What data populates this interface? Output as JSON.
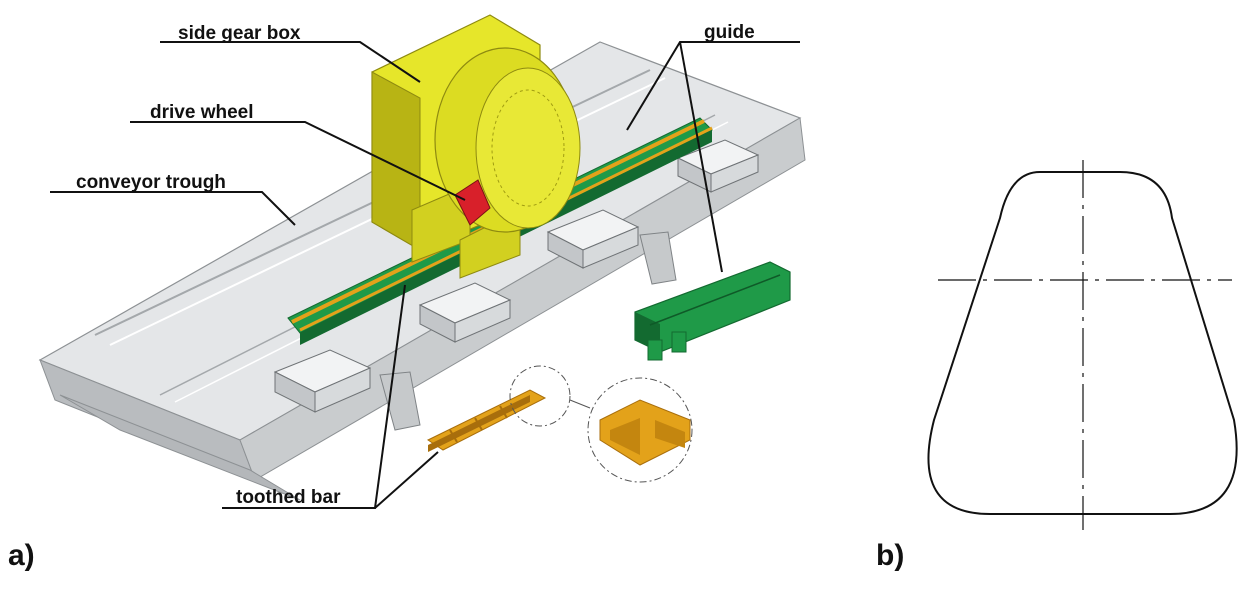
{
  "figure": {
    "callouts": {
      "side_gear_box": "side gear box",
      "guide": "guide",
      "drive_wheel": "drive wheel",
      "conveyor_trough": "conveyor trough",
      "toothed_bar": "toothed bar"
    },
    "panel_labels": {
      "a": "a)",
      "b": "b)"
    },
    "colors": {
      "gear_box": "#e6e62a",
      "gear_box_shade": "#b8b414",
      "guide": "#1f9a48",
      "guide_dark": "#136a30",
      "toothed_bar": "#e3a21a",
      "toothed_bar_dark": "#a86e0c",
      "trough": "#e4e6e8",
      "trough_shade": "#b9bcbf",
      "drive_wheel": "#d8202a",
      "outline": "#111111"
    }
  }
}
